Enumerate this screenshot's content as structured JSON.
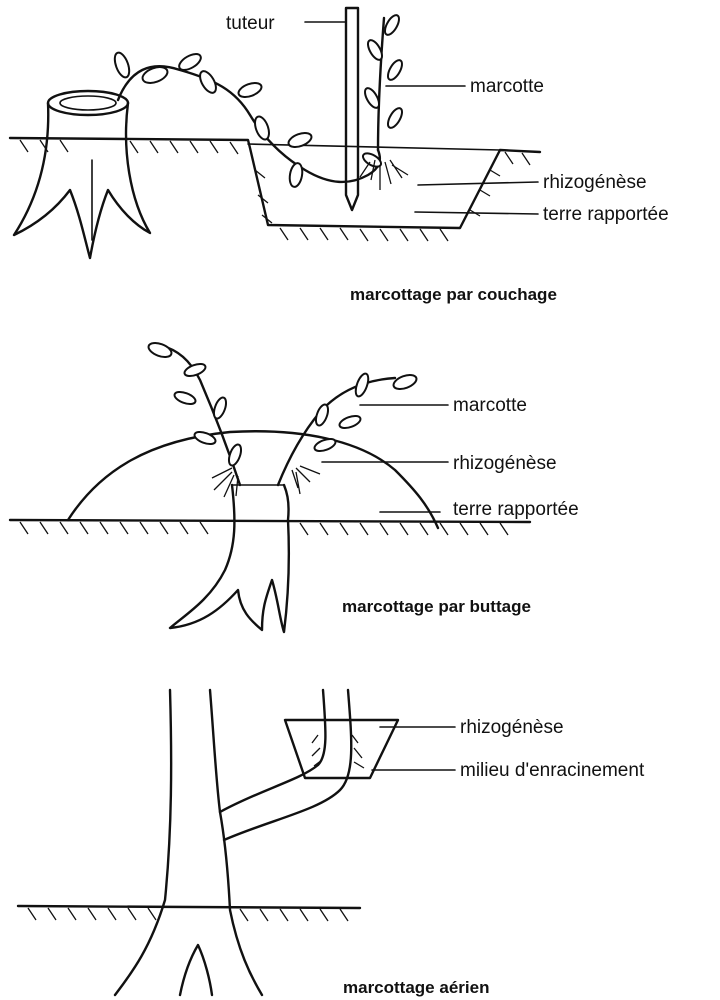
{
  "panels": [
    {
      "caption": "marcottage par couchage",
      "labels": {
        "tuteur": "tuteur",
        "marcotte": "marcotte",
        "rhizogenese": "rhizogénèse",
        "terre": "terre rapportée"
      }
    },
    {
      "caption": "marcottage par buttage",
      "labels": {
        "marcotte": "marcotte",
        "rhizogenese": "rhizogénèse",
        "terre": "terre rapportée"
      }
    },
    {
      "caption": "marcottage aérien",
      "labels": {
        "rhizogenese": "rhizogénèse",
        "milieu": "milieu d'enracinement"
      }
    }
  ],
  "style": {
    "ink": "#111111",
    "paper": "#ffffff"
  }
}
